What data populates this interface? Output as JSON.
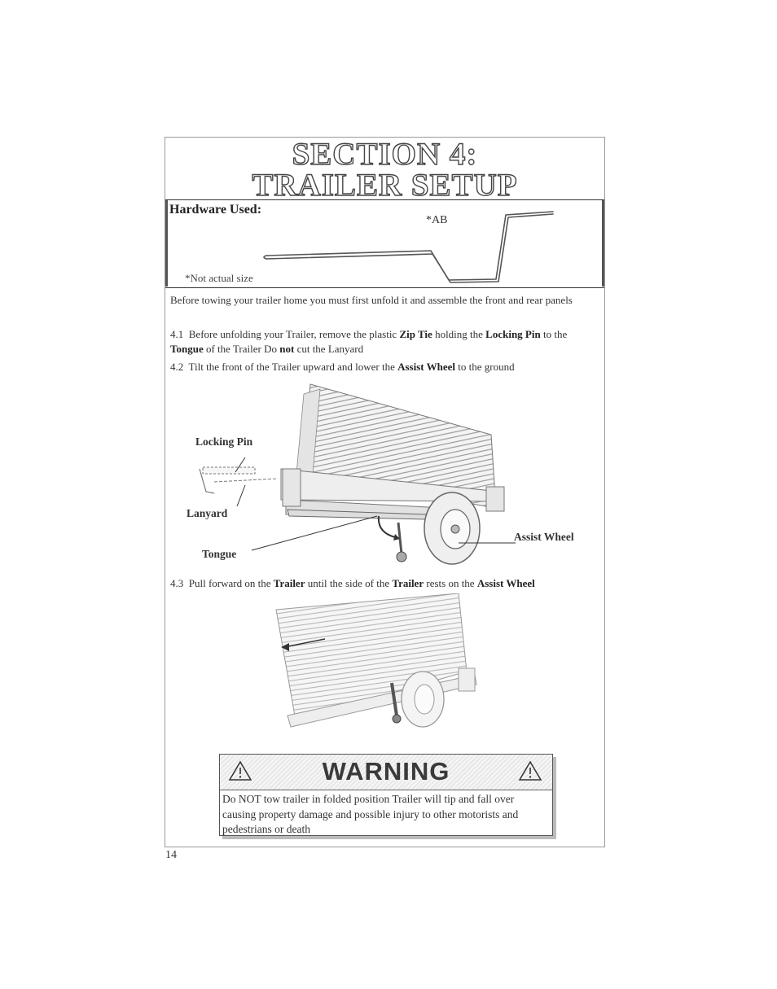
{
  "section": {
    "title_line1": "SECTION 4:",
    "title_line2": "TRAILER SETUP"
  },
  "hardware": {
    "label": "Hardware Used:",
    "part_code": "*AB",
    "note": "*Not actual size"
  },
  "intro": "Before towing your trailer home you must first unfold it and assemble the front and rear panels",
  "steps": {
    "s41_num": "4.1",
    "s41_a": "Before unfolding your Trailer, remove the plastic ",
    "s41_b": "Zip Tie",
    "s41_c": " holding the ",
    "s41_d": "Locking Pin",
    "s41_e": " to the ",
    "s41_f": "Tongue",
    "s41_g": " of the Trailer  Do ",
    "s41_h": "not",
    "s41_i": " cut the Lanyard",
    "s42_num": "4.2",
    "s42_a": "Tilt the front of the Trailer upward and lower the ",
    "s42_b": "Assist Wheel",
    "s42_c": " to the ground",
    "s43_num": "4.3",
    "s43_a": "Pull forward on the ",
    "s43_b": "Trailer",
    "s43_c": " until the side of the ",
    "s43_d": "Trailer",
    "s43_e": " rests on the ",
    "s43_f": "Assist Wheel"
  },
  "figure1_labels": {
    "locking_pin": "Locking Pin",
    "lanyard": "Lanyard",
    "tongue": "Tongue",
    "assist_wheel": "Assist Wheel"
  },
  "warning": {
    "title": "WARNING",
    "text": "Do NOT tow trailer in folded position  Trailer will tip and fall over causing property damage and possible injury to other motorists and pedestrians or death"
  },
  "page_number": "14"
}
